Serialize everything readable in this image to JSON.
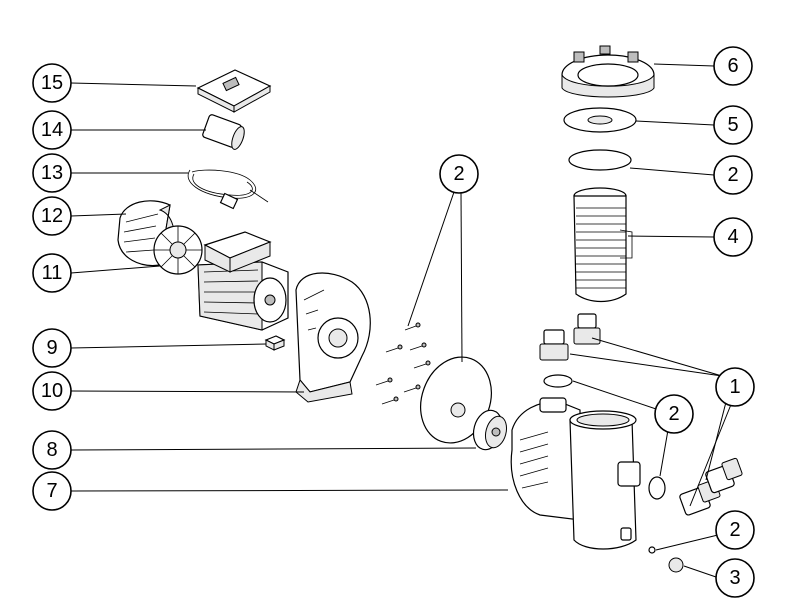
{
  "callouts": {
    "c15": "15",
    "c14": "14",
    "c13": "13",
    "c12": "12",
    "c11": "11",
    "c9": "9",
    "c10": "10",
    "c8": "8",
    "c7": "7",
    "c6": "6",
    "c5": "5",
    "c2_filter_oring": "2",
    "c4": "4",
    "c2_center": "2",
    "c1": "1",
    "c2_fitting_oring": "2",
    "c2_drain_oring": "2",
    "c3": "3"
  },
  "colors": {
    "line": "#000000",
    "background": "#ffffff",
    "shade": "#e9e9e9"
  }
}
